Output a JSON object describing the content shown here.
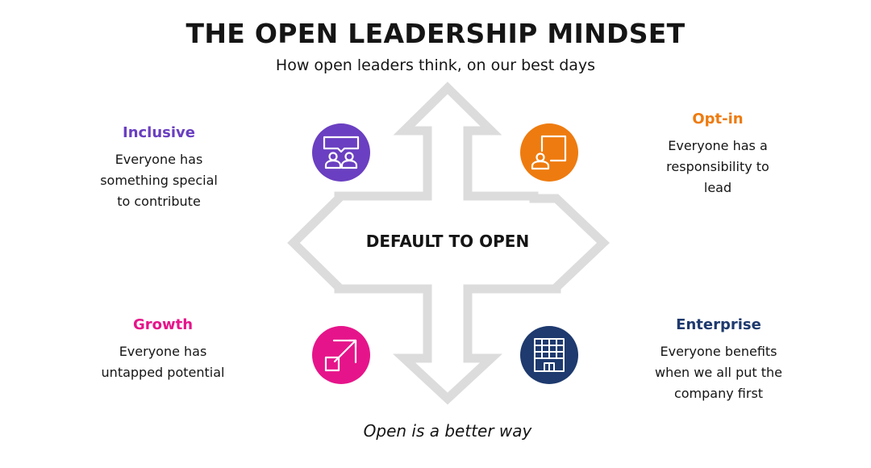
{
  "title": "THE OPEN LEADERSHIP MINDSET",
  "subtitle": "How open leaders think, on our best days",
  "center_label": "DEFAULT TO OPEN",
  "footer": "Open is a better way",
  "colors": {
    "inclusive": "#6A3FC1",
    "optin": "#EE7B0F",
    "growth": "#E6148A",
    "enterprise": "#1E3A6E",
    "arrow_stroke": "#DCDCDC"
  },
  "quadrants": {
    "inclusive": {
      "heading": "Inclusive",
      "lines": [
        "Everyone has",
        "something special",
        "to contribute"
      ],
      "icon": "people-chat-icon"
    },
    "optin": {
      "heading": "Opt-in",
      "lines": [
        "Everyone has a",
        "responsibility to",
        "lead"
      ],
      "icon": "person-step-icon"
    },
    "growth": {
      "heading": "Growth",
      "lines": [
        "Everyone has",
        "untapped potential"
      ],
      "icon": "expand-arrow-icon"
    },
    "enterprise": {
      "heading": "Enterprise",
      "lines": [
        "Everyone benefits",
        "when we all put the",
        "company first"
      ],
      "icon": "building-icon"
    }
  }
}
